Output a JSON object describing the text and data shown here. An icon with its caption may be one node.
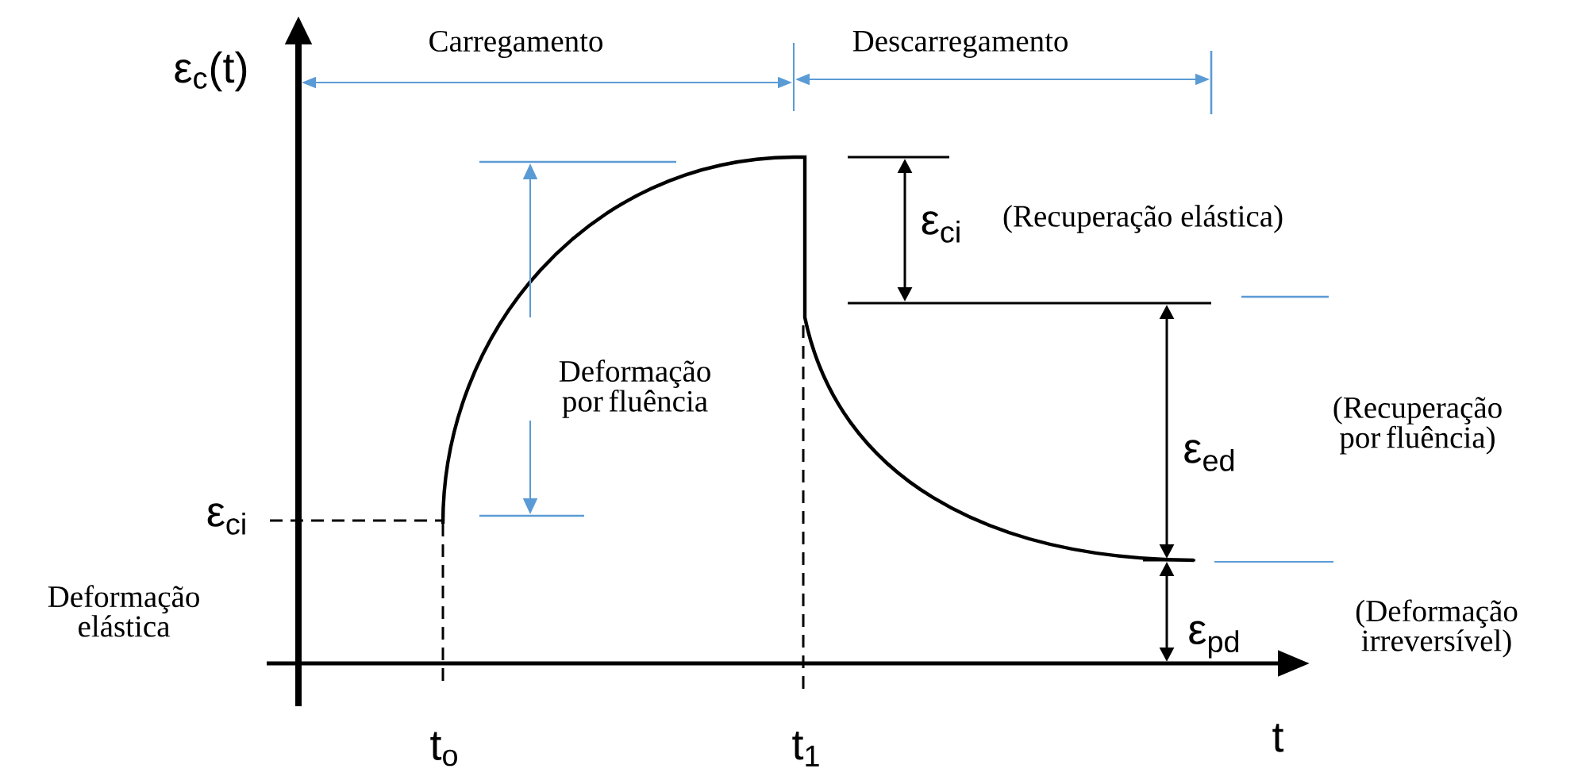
{
  "diagram": {
    "labels": [
      "ε$_{c}$(t)",
      "Carregamento",
      "Descarregamento",
      "ε$_{ci}$",
      "(Recuperação elástica)",
      "Deformação por fluência",
      "ε$_{ed}$",
      "(Recuperação por fluência)",
      "ε$_{ci}$",
      "Deformação elástica",
      "ε$_{pd}$",
      "(Deformação irreversível)",
      "t$_{o}$",
      "t$_{1}$",
      "t"
    ]
  }
}
